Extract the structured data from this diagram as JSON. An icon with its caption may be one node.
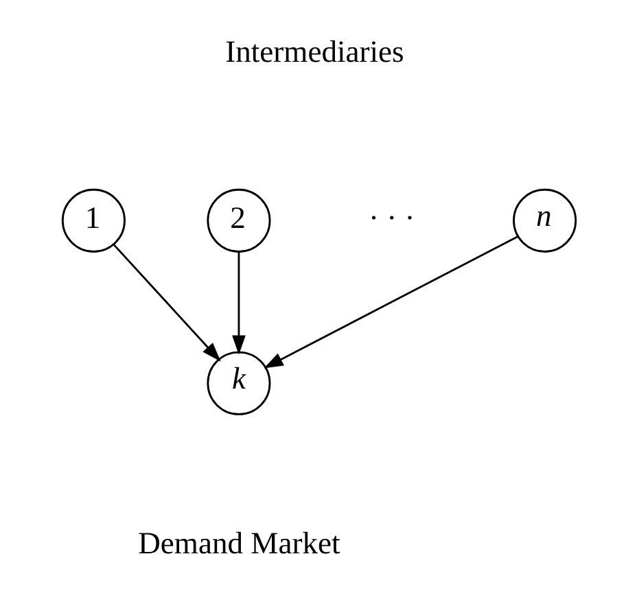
{
  "diagram": {
    "nodes": [
      {
        "text": [
          "1"
        ]
      },
      {
        "text": [
          "2"
        ]
      },
      {
        "text": [
          "n"
        ]
      },
      {
        "text": [
          "k"
        ]
      }
    ],
    "edges": [
      {
        "from": 0,
        "to": 3,
        "arrow": "to"
      },
      {
        "from": 1,
        "to": 3,
        "arrow": "to"
      },
      {
        "from": 2,
        "to": 3,
        "arrow": "to"
      }
    ],
    "labels": [
      "Intermediaries",
      "· · ·",
      "Demand Market"
    ]
  }
}
